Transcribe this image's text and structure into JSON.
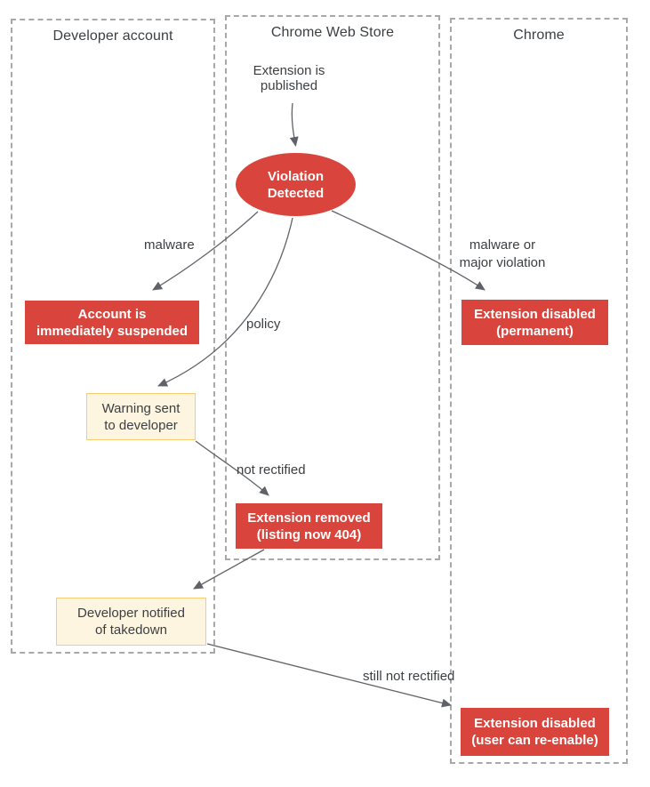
{
  "diagram": {
    "lanes": [
      {
        "title": "Developer account"
      },
      {
        "title": "Chrome Web Store"
      },
      {
        "title": "Chrome"
      }
    ],
    "nodes": {
      "published": {
        "line1": "Extension is",
        "line2": "published"
      },
      "violation": {
        "line1": "Violation",
        "line2": "Detected"
      },
      "suspended": {
        "line1": "Account is",
        "line2": "immediately suspended"
      },
      "disabled_permanent": {
        "line1": "Extension disabled",
        "line2": "(permanent)"
      },
      "warning": {
        "line1": "Warning sent",
        "line2": "to developer"
      },
      "removed": {
        "line1": "Extension removed",
        "line2": "(listing now 404)"
      },
      "notified": {
        "line1": "Developer notified",
        "line2": "of takedown"
      },
      "disabled_reenable": {
        "line1": "Extension disabled",
        "line2": "(user can re-enable)"
      }
    },
    "edge_labels": {
      "malware": "malware",
      "malware_major_line1": "malware or",
      "malware_major_line2": "major violation",
      "policy": "policy",
      "not_rectified": "not rectified",
      "still_not_rectified": "still not rectified"
    },
    "colors": {
      "node_red": "#d9453c",
      "node_red_text": "#ffffff",
      "warning_bg": "#fdf5e0",
      "warning_border": "#f6cd71",
      "lane_border": "#a8a8a8",
      "arrow": "#5f6368",
      "text": "#3c4043"
    }
  }
}
